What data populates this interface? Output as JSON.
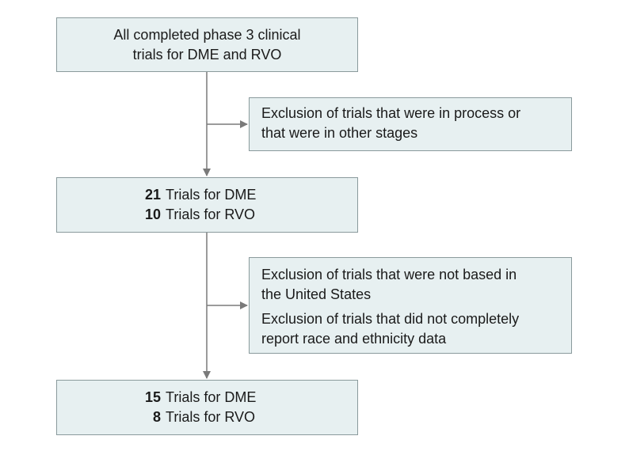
{
  "flow": {
    "start": {
      "lines": [
        "All completed phase 3 clinical",
        "trials for DME and RVO"
      ]
    },
    "exclusion_1": {
      "lines": [
        "Exclusion of trials that were in process or",
        "that were in other stages"
      ]
    },
    "stage_2": {
      "rows": [
        {
          "count": "21",
          "label": "Trials for DME"
        },
        {
          "count": "10",
          "label": "Trials for RVO"
        }
      ]
    },
    "exclusion_2": {
      "items": [
        {
          "lines": [
            "Exclusion of trials that were not based in",
            "the United States"
          ]
        },
        {
          "lines": [
            "Exclusion of trials that did not completely",
            "report race and ethnicity data"
          ]
        }
      ]
    },
    "final": {
      "rows": [
        {
          "count": "15",
          "label": "Trials for DME"
        },
        {
          "count": "8",
          "label": "Trials for RVO"
        }
      ]
    }
  },
  "colors": {
    "box_fill": "#e7f0f1",
    "box_border": "#8a9a9c",
    "connector": "#7a7a7a"
  }
}
